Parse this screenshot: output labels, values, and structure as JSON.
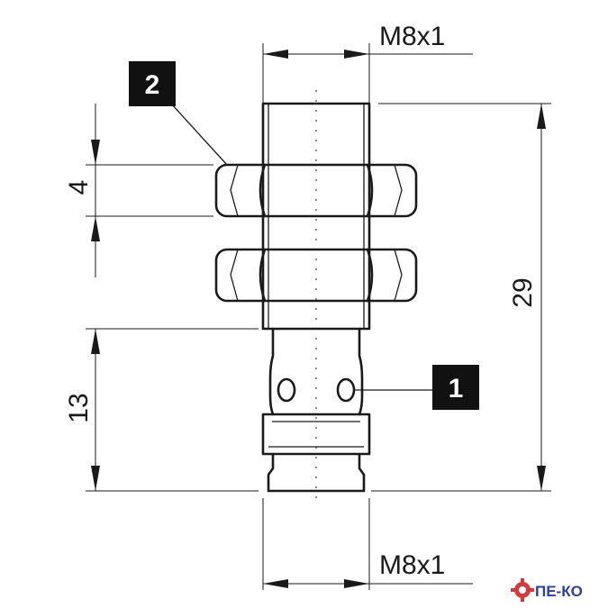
{
  "dimensions": {
    "top_thread": "M8x1",
    "bottom_thread": "M8x1",
    "nut_thickness": "4",
    "overall_length": "29",
    "plug_length": "13"
  },
  "callouts": {
    "nut": "2",
    "led": "1"
  },
  "watermark": {
    "text": "ПЕ-КО",
    "icon": "gear-icon"
  }
}
